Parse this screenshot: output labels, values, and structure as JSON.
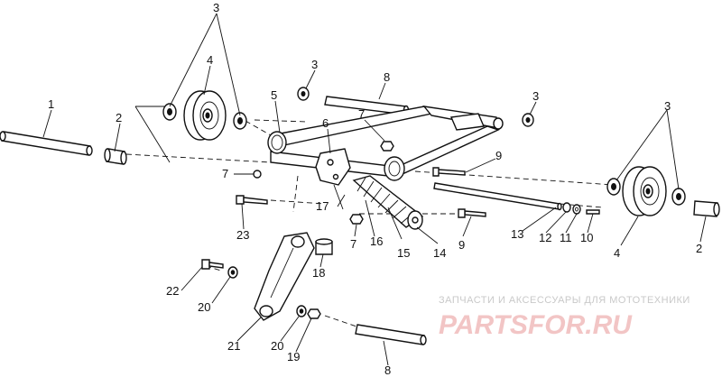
{
  "callouts": [
    "1",
    "2",
    "3",
    "4",
    "5",
    "6",
    "7",
    "8",
    "9",
    "10",
    "11",
    "12",
    "13",
    "14",
    "15",
    "16",
    "17",
    "18",
    "19",
    "20",
    "21",
    "22",
    "23"
  ],
  "watermark": {
    "subtitle": "ЗАПЧАСТИ И АКСЕССУАРЫ ДЛЯ МОТОТЕХНИКИ",
    "brand": "PARTSFOR.RU"
  }
}
